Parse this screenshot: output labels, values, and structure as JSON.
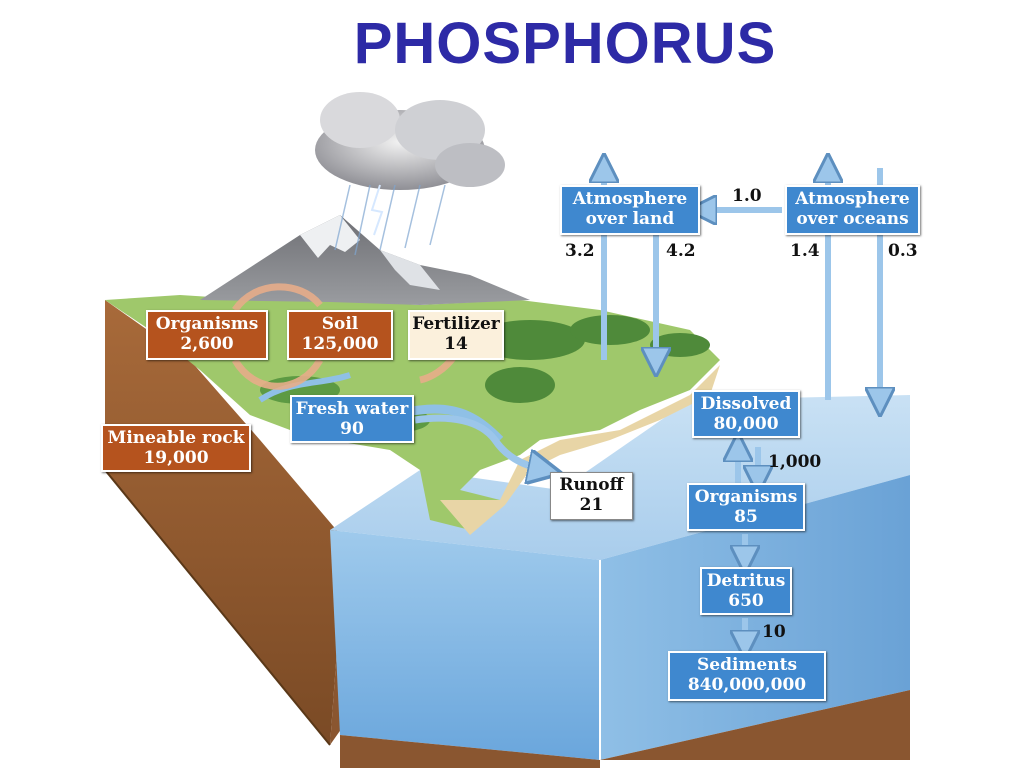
{
  "title": "PHOSPHORUS",
  "boxes": {
    "organisms_land": {
      "label": "Organisms",
      "value": "2,600"
    },
    "soil": {
      "label": "Soil",
      "value": "125,000"
    },
    "fertilizer": {
      "label": "Fertilizer",
      "value": "14"
    },
    "mineable_rock": {
      "label": "Mineable rock",
      "value": "19,000"
    },
    "fresh_water": {
      "label": "Fresh water",
      "value": "90"
    },
    "runoff": {
      "label": "Runoff",
      "value": "21"
    },
    "atmosphere_land": {
      "label1": "Atmosphere",
      "label2": "over land"
    },
    "atmosphere_oceans": {
      "label1": "Atmosphere",
      "label2": "over oceans"
    },
    "dissolved": {
      "label": "Dissolved",
      "value": "80,000"
    },
    "organisms_ocean": {
      "label": "Organisms",
      "value": "85"
    },
    "detritus": {
      "label": "Detritus",
      "value": "650"
    },
    "sediments": {
      "label": "Sediments",
      "value": "840,000,000"
    }
  },
  "flows": {
    "ocean_to_land": "1.0",
    "land_up": "3.2",
    "land_down": "4.2",
    "ocean_up": "1.4",
    "ocean_down": "0.3",
    "dissolved_organisms": "1,000",
    "detritus_sediments": "10"
  },
  "colors": {
    "title": "#2d2aa6",
    "land_pool": "#b5531e",
    "ocean_pool": "#3f88cf",
    "fertilizer": "#fbf0dc"
  }
}
